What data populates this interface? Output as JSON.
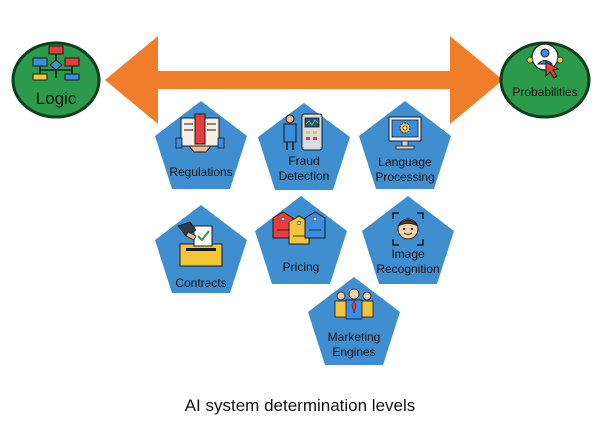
{
  "caption": "AI system determination levels",
  "colors": {
    "circle_fill": "#2b9a4a",
    "circle_stroke": "#0d3d1c",
    "arrow": "#f07d2a",
    "pentagon": "#3f8fd0"
  },
  "ends": {
    "left": {
      "label": "Logic",
      "icon": "flowchart-icon"
    },
    "right": {
      "label": "Probabilities",
      "icon": "person-pointer-icon"
    }
  },
  "nodes": [
    {
      "id": "regulations",
      "lines": [
        "Regulations"
      ],
      "icon": "legal-document-icon"
    },
    {
      "id": "fraud",
      "lines": [
        "Fraud",
        "Detection"
      ],
      "icon": "atm-robot-icon"
    },
    {
      "id": "language",
      "lines": [
        "Language",
        "Processing"
      ],
      "icon": "monitor-gear-icon"
    },
    {
      "id": "contracts",
      "lines": [
        "Contracts"
      ],
      "icon": "ballot-box-icon"
    },
    {
      "id": "pricing",
      "lines": [
        "Pricing"
      ],
      "icon": "price-tags-icon"
    },
    {
      "id": "image",
      "lines": [
        "Image",
        "Recognition"
      ],
      "icon": "face-scan-icon"
    },
    {
      "id": "marketing",
      "lines": [
        "Marketing",
        "Engines"
      ],
      "icon": "people-group-icon"
    }
  ]
}
